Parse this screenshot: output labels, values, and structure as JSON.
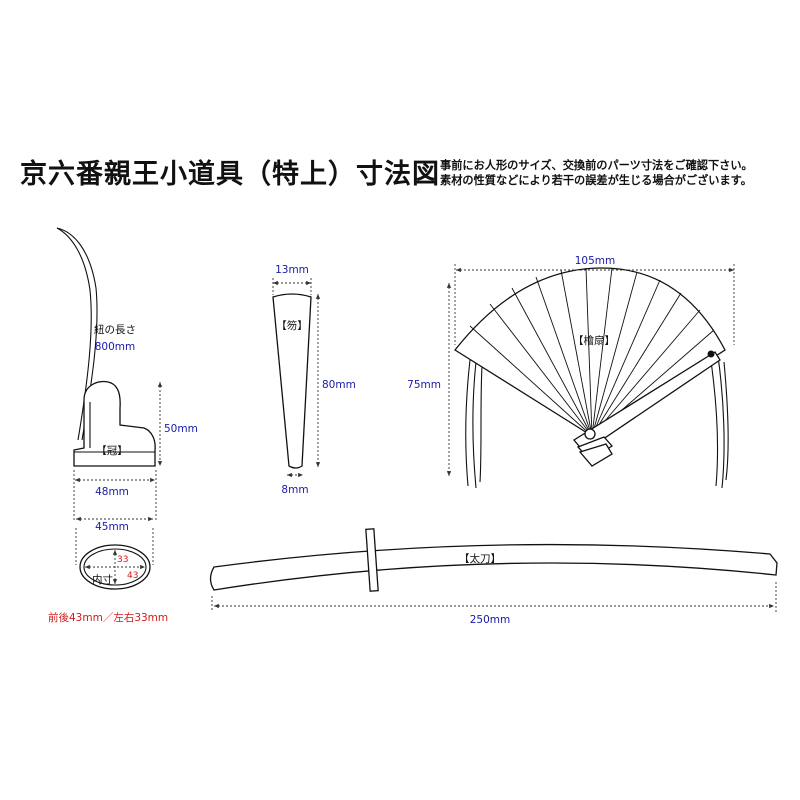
{
  "header": {
    "title": "京六番親王小道具（特上）寸法図",
    "note_line1": "事前にお人形のサイズ、交換前のパーツ寸法をご確認下さい。",
    "note_line2": "素材の性質などにより若干の誤差が生じる場合がございます。"
  },
  "crown": {
    "label": "【冠】",
    "cord_label": "紐の長さ",
    "cord_length": "800mm",
    "height": "50mm",
    "width": "48mm",
    "inner_width": "45mm",
    "inner_label": "内寸",
    "inner_a": "33",
    "inner_b": "43",
    "inner_note": "前後43mm／左右33mm"
  },
  "shaku": {
    "label": "【笏】",
    "top_width": "13mm",
    "length": "80mm",
    "bottom_width": "8mm"
  },
  "fan": {
    "label": "【檜扇】",
    "width": "105mm",
    "height": "75mm"
  },
  "sword": {
    "label": "【太刀】",
    "length": "250mm"
  }
}
